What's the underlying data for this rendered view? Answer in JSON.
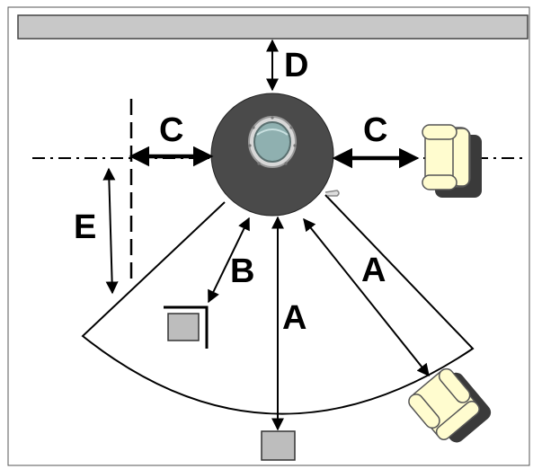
{
  "diagram": {
    "labels": {
      "d": "D",
      "c_left": "C",
      "c_right": "C",
      "e": "E",
      "b": "B",
      "a_center": "A",
      "a_right": "A"
    },
    "elements": {
      "wall": "wall-bar",
      "table": "round-table",
      "centerpiece": "porthole-centerpiece",
      "arc_zone": "clearance-arc",
      "chairs": [
        "armchair-right",
        "armchair-lower-right"
      ],
      "boxes": [
        "square-box-left",
        "square-box-bottom"
      ]
    },
    "colors": {
      "wall_fill": "#c8c8c8",
      "table_fill": "#4a4a4a",
      "chair_fill": "#fffccf",
      "chair_shadow": "#3a3a3a",
      "box_fill": "#bdbdbd",
      "porthole_glass": "#8fb0b0"
    }
  }
}
